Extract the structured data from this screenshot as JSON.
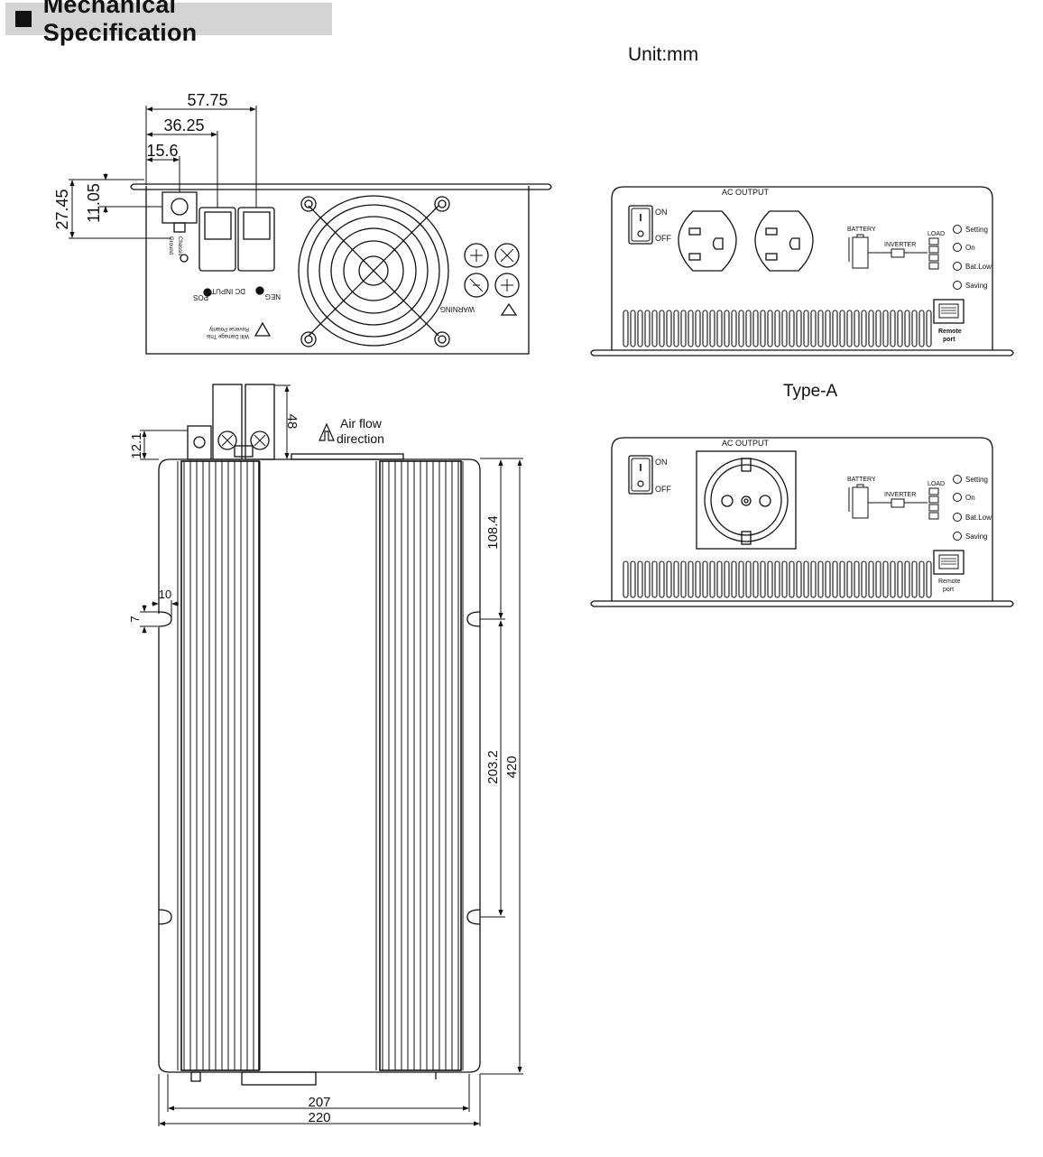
{
  "header": {
    "title": "Mechanical Specification"
  },
  "unit_label": "Unit:mm",
  "type_a_label": "Type-A",
  "front_view": {
    "dims": {
      "d1": "57.75",
      "d2": "36.25",
      "d3": "15.6",
      "h1": "27.45",
      "h2": "11.05"
    },
    "dc_input_label": "DC INPUT",
    "pos_label": "POS",
    "neg_label": "NEG",
    "warning_label": "WARNING",
    "polarity_text_1": "Reverse Polarity",
    "polarity_text_2": "Will Damage This",
    "chassis_label": "Chassis",
    "ground_label": "Ground"
  },
  "top_view": {
    "dims": {
      "h48": "48",
      "h12": "12.1",
      "d10": "10",
      "d7": "7",
      "h108": "108.4",
      "h203": "203.2",
      "h420": "420",
      "w207": "207",
      "w220": "220"
    },
    "airflow_1": "Air flow",
    "airflow_2": "direction"
  },
  "panel_us": {
    "ac_output": "AC OUTPUT",
    "on": "ON",
    "off": "OFF",
    "battery": "BATTERY",
    "inverter": "INVERTER",
    "load": "LOAD",
    "leds": [
      "Setting",
      "On",
      "Bat.Low",
      "Saving"
    ],
    "remote_1": "Remote",
    "remote_2": "port"
  },
  "panel_a": {
    "ac_output": "AC OUTPUT",
    "on": "ON",
    "off": "OFF",
    "battery": "BATTERY",
    "inverter": "INVERTER",
    "load": "LOAD",
    "leds": [
      "Setting",
      "On",
      "Bat.Low",
      "Saving"
    ],
    "remote_1": "Remote",
    "remote_2": "port"
  }
}
